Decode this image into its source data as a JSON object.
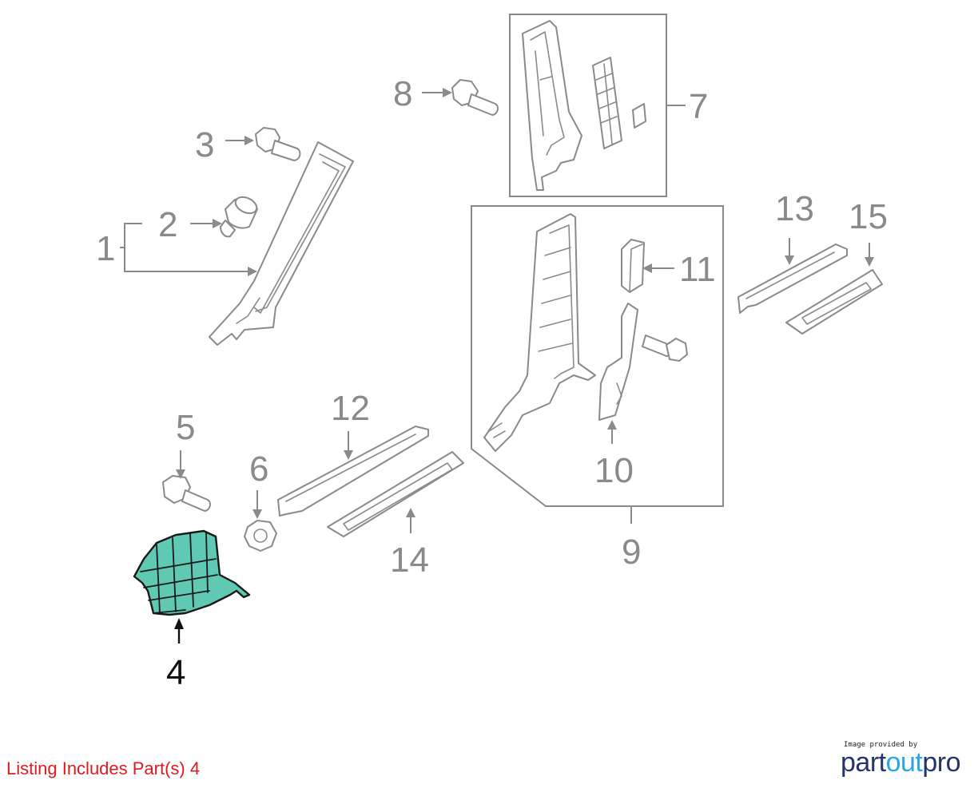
{
  "diagram": {
    "callouts": [
      {
        "id": "1",
        "label": "1"
      },
      {
        "id": "2",
        "label": "2"
      },
      {
        "id": "3",
        "label": "3"
      },
      {
        "id": "4",
        "label": "4",
        "highlighted": true
      },
      {
        "id": "5",
        "label": "5"
      },
      {
        "id": "6",
        "label": "6"
      },
      {
        "id": "7",
        "label": "7"
      },
      {
        "id": "8",
        "label": "8"
      },
      {
        "id": "9",
        "label": "9"
      },
      {
        "id": "10",
        "label": "10"
      },
      {
        "id": "11",
        "label": "11"
      },
      {
        "id": "12",
        "label": "12"
      },
      {
        "id": "13",
        "label": "13"
      },
      {
        "id": "14",
        "label": "14"
      },
      {
        "id": "15",
        "label": "15"
      }
    ],
    "colors": {
      "highlight_fill": "#5fc9b4",
      "outline": "#8a8a8a",
      "highlight_outline": "#1a1a1a"
    }
  },
  "footer": {
    "listing_note": "Listing Includes Part(s) 4",
    "listing_color": "#e0191e",
    "provider_caption": "Image provided by",
    "provider_logo": {
      "part": "part",
      "out": "out",
      "pro": "pro"
    },
    "logo_colors": {
      "part": "#25356b",
      "out": "#2aa7df"
    }
  }
}
